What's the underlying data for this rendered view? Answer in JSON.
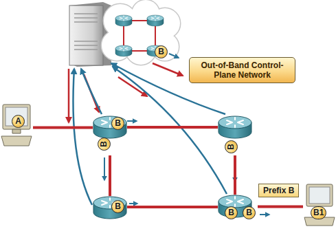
{
  "diagram": {
    "nodes": [
      {
        "text": [
          "B"
        ]
      },
      {
        "text": [
          "Out-of-Band Control-Plane Network"
        ]
      },
      {
        "text": [
          "A"
        ]
      },
      {
        "text": [
          "B",
          "B"
        ]
      },
      {
        "text": [
          "B"
        ]
      },
      {
        "text": [
          "Prefix B"
        ]
      },
      {
        "text": [
          "B"
        ]
      },
      {
        "text": [
          "B",
          "B"
        ]
      },
      {
        "text": [
          "B1"
        ]
      }
    ],
    "edges": [
      {
        "from": 2,
        "to": 3,
        "arrow": "none"
      },
      {
        "from": 3,
        "to": 4,
        "arrow": "none"
      },
      {
        "from": 3,
        "to": 6,
        "arrow": "none"
      },
      {
        "from": 4,
        "to": 7,
        "arrow": "none"
      },
      {
        "from": 6,
        "to": 7,
        "arrow": "none"
      },
      {
        "from": 7,
        "to": 8,
        "arrow": "none"
      }
    ]
  }
}
